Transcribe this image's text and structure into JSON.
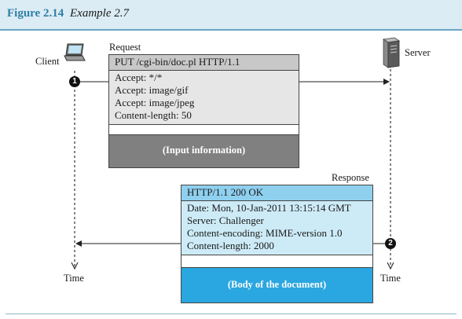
{
  "header": {
    "figure_number": "Figure 2.14",
    "title": "Example 2.7"
  },
  "labels": {
    "client": "Client",
    "server": "Server",
    "request": "Request",
    "response": "Response",
    "time_left": "Time",
    "time_right": "Time"
  },
  "request": {
    "request_line": "PUT   /cgi-bin/doc.pl  HTTP/1.1",
    "headers": [
      "Accept: */*",
      "Accept: image/gif",
      "Accept: image/jpeg",
      "Content-length: 50"
    ],
    "body": "(Input information)"
  },
  "response": {
    "status_line": "HTTP/1.1  200  OK",
    "headers": [
      "Date: Mon, 10-Jan-2011 13:15:14 GMT",
      "Server: Challenger",
      "Content-encoding: MIME-version 1.0",
      "Content-length: 2000"
    ],
    "body": "(Body of the document)"
  },
  "steps": [
    "1",
    "2"
  ],
  "icons": {
    "client": "laptop-icon",
    "server": "server-tower-icon"
  },
  "colors": {
    "header_bg": "#dcecf4",
    "header_accent": "#2f7fa8",
    "request_line_bg": "#c8c8c8",
    "request_headers_bg": "#e6e6e6",
    "request_body_bg": "#808080",
    "response_line_bg": "#8fd0ef",
    "response_headers_bg": "#cdebf7",
    "response_body_bg": "#2aa7e0"
  }
}
